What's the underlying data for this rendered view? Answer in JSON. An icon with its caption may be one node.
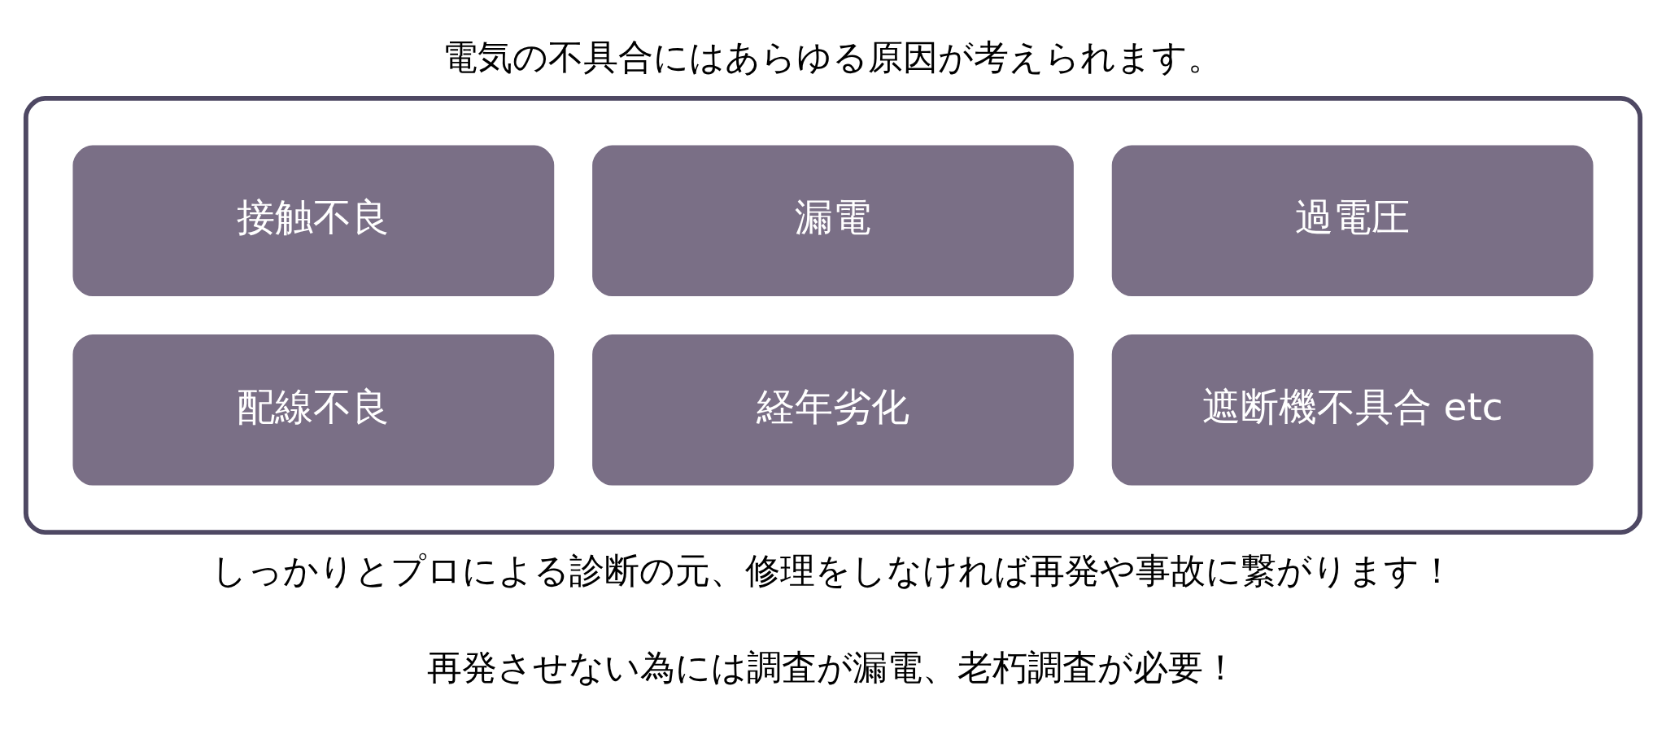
{
  "diagram": {
    "title": "電気の不具合にはあらゆる原因が考えられます。",
    "nodes": [
      {
        "text": [],
        "shape": "box"
      },
      {
        "text": [
          "接触不良"
        ],
        "in": 0
      },
      {
        "text": [
          "漏電"
        ],
        "in": 0
      },
      {
        "text": [
          "過電圧"
        ],
        "in": 0
      },
      {
        "text": [
          "配線不良"
        ],
        "in": 0
      },
      {
        "text": [
          "経年劣化"
        ],
        "in": 0
      },
      {
        "text": [
          "遮断機不具合 etc"
        ],
        "in": 0
      }
    ],
    "edges": [],
    "labels": [
      "しっかりとプロによる診断の元、修理をしなければ再発や事故に繋がります！",
      "再発させない為には調査が漏電、老朽調査が必要！"
    ]
  }
}
